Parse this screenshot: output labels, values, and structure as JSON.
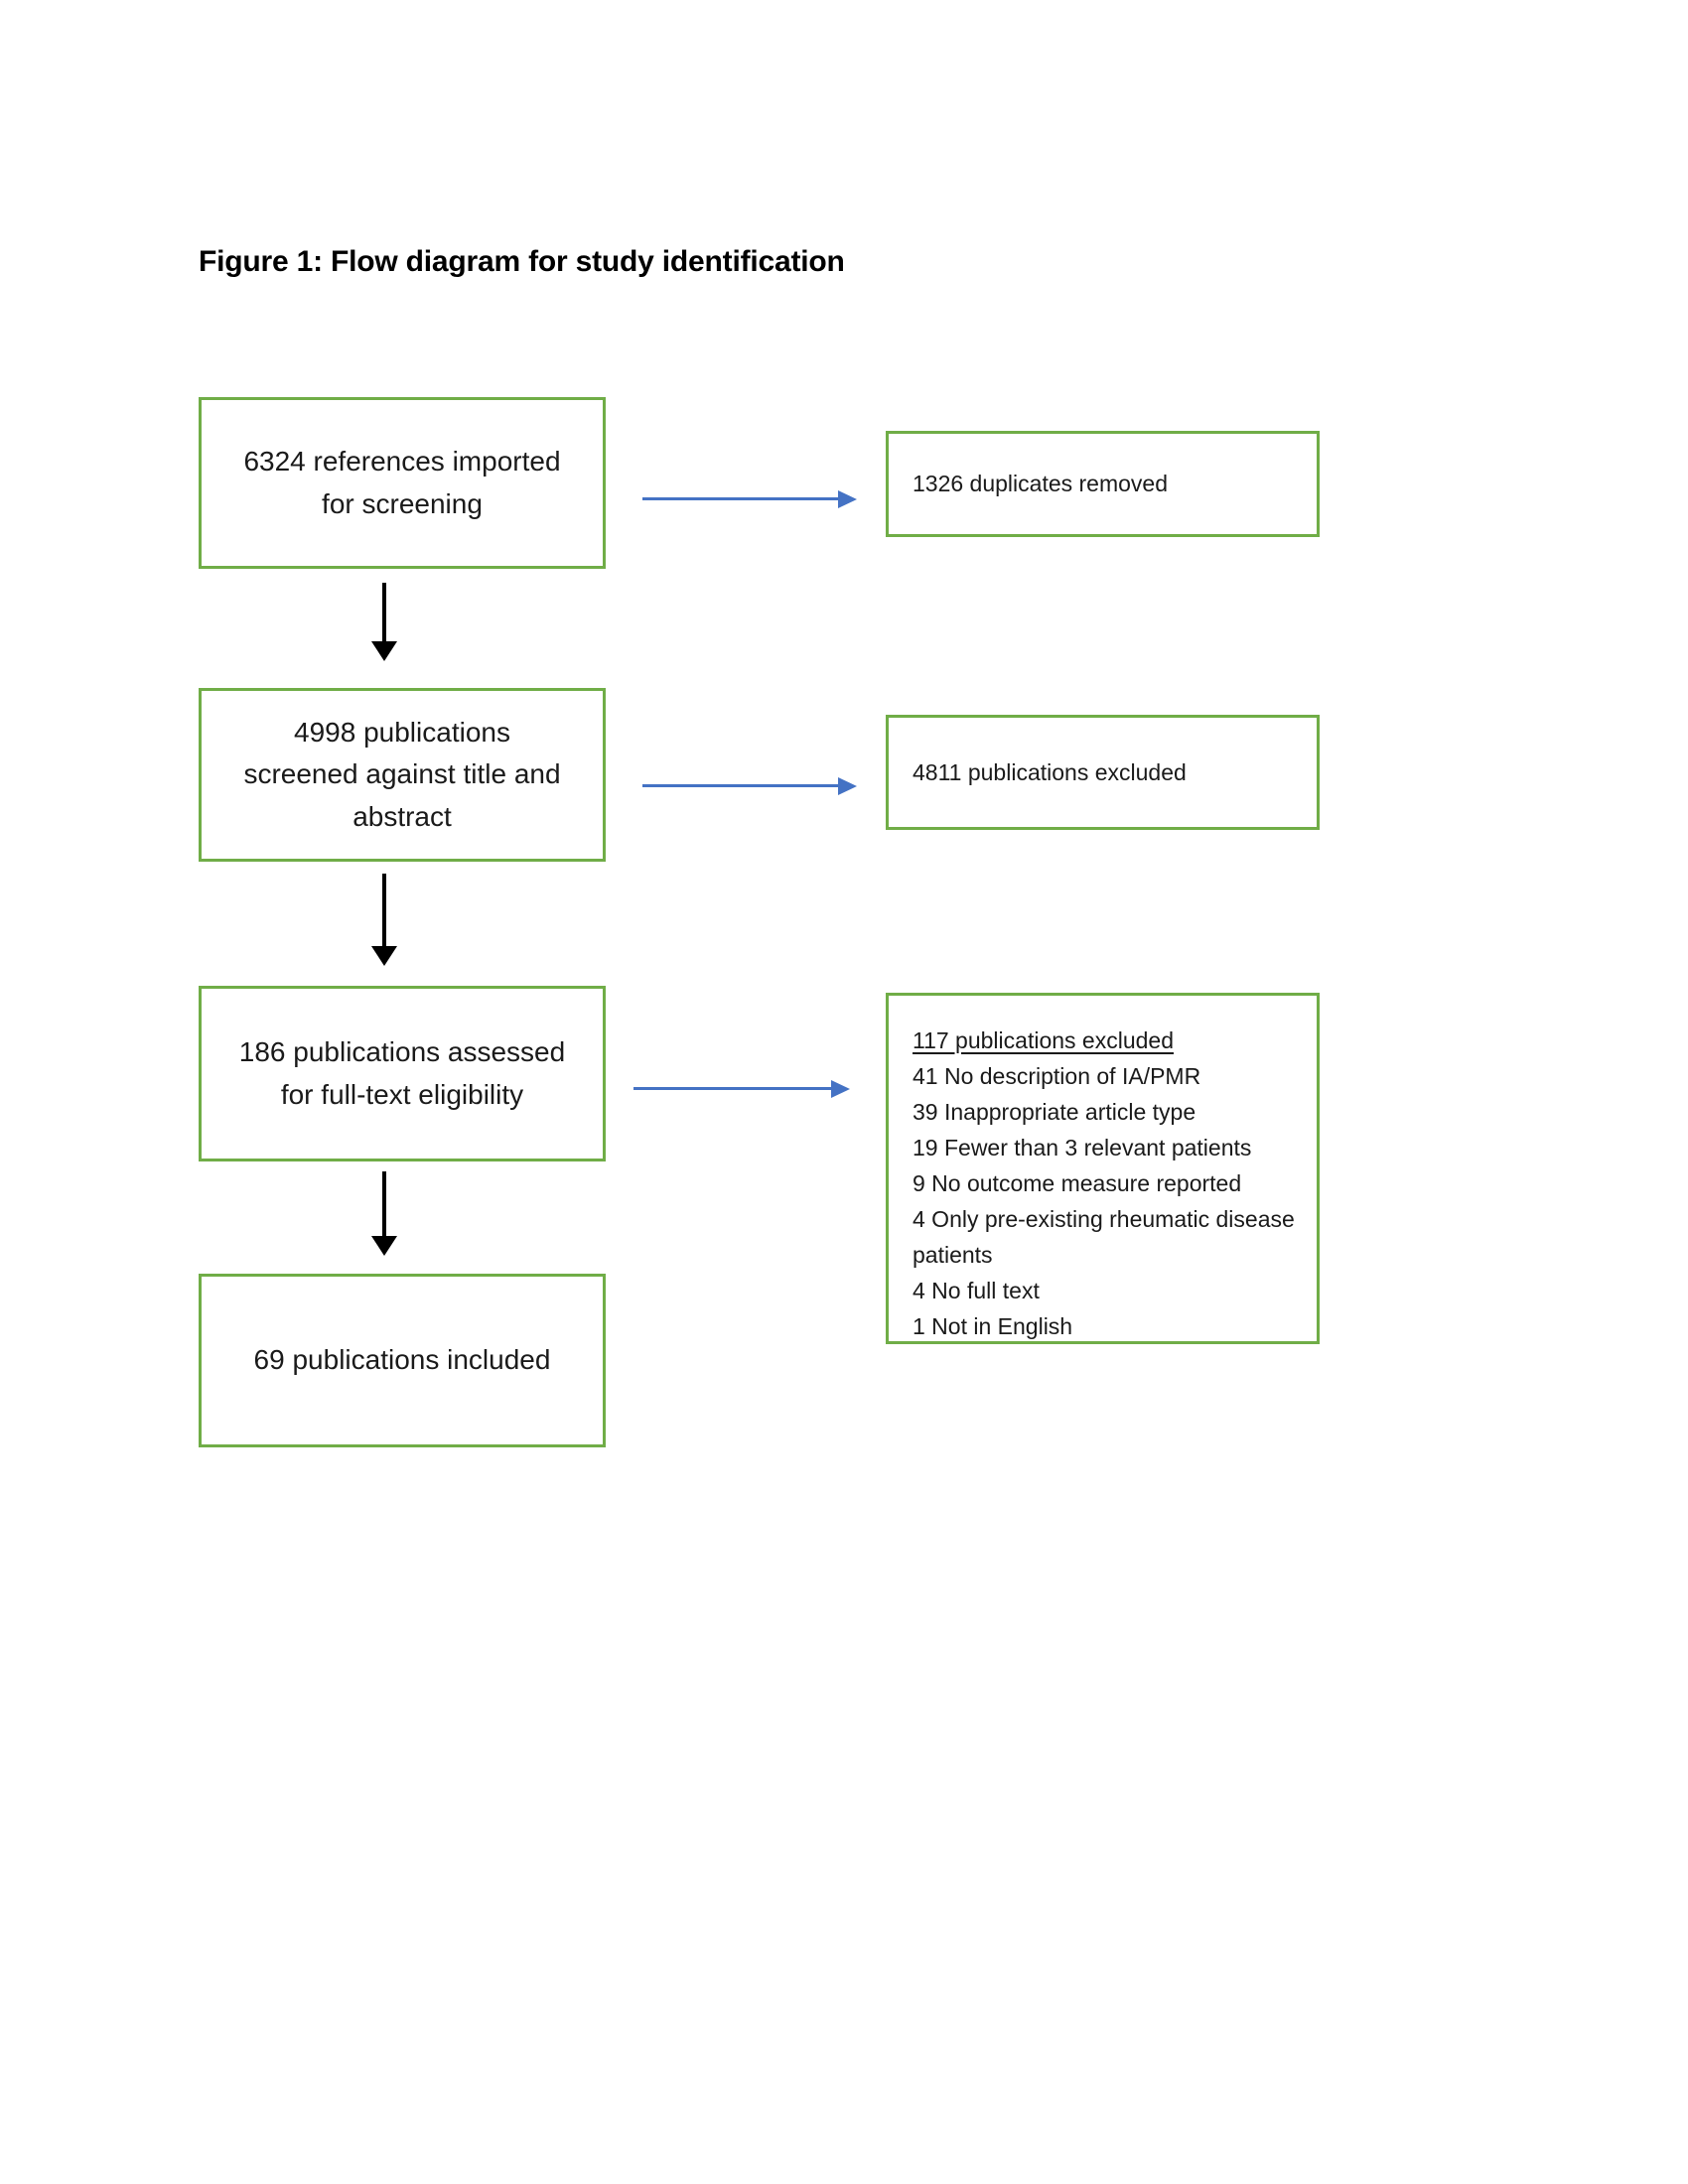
{
  "page": {
    "title": "Figure 1: Flow diagram for study identification"
  },
  "colors": {
    "box_border_green": "#70AD47",
    "arrow_blue": "#4472C4",
    "arrow_black": "#000000",
    "text": "#1a1a1a"
  },
  "flow": {
    "main_boxes": [
      {
        "label": "6324 references imported\nfor screening"
      },
      {
        "label": "4998 publications\nscreened against title and\nabstract"
      },
      {
        "label": "186 publications assessed\nfor full-text eligibility"
      },
      {
        "label": "69 publications included"
      }
    ],
    "side_boxes": [
      {
        "label": "1326 duplicates removed"
      },
      {
        "label": "4811 publications excluded"
      },
      {
        "heading": "117 publications excluded",
        "items": [
          "41 No description of IA/PMR",
          "39 Inappropriate article type",
          "19 Fewer than 3 relevant patients",
          "9 No outcome measure reported",
          "4 Only pre-existing rheumatic disease patients",
          "4 No full text",
          "1 Not in English"
        ]
      }
    ]
  }
}
